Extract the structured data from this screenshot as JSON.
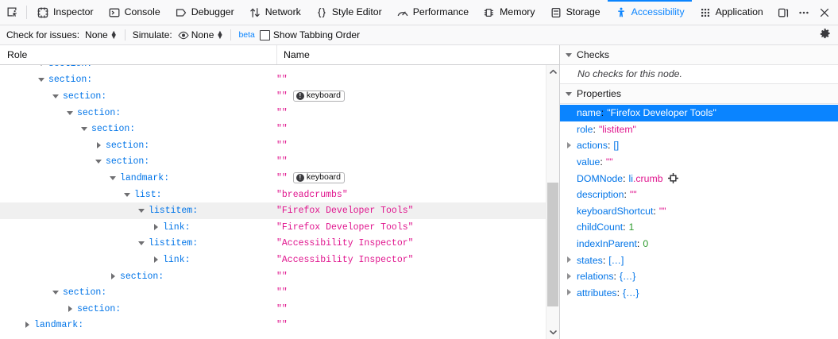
{
  "toolbar": {
    "pick_icon": "accessibility-picker-icon",
    "tabs": [
      {
        "label": "Inspector",
        "icon": "inspector-icon",
        "selected": false
      },
      {
        "label": "Console",
        "icon": "console-icon",
        "selected": false
      },
      {
        "label": "Debugger",
        "icon": "debugger-icon",
        "selected": false
      },
      {
        "label": "Network",
        "icon": "network-icon",
        "selected": false
      },
      {
        "label": "Style Editor",
        "icon": "style-editor-icon",
        "selected": false
      },
      {
        "label": "Performance",
        "icon": "performance-icon",
        "selected": false
      },
      {
        "label": "Memory",
        "icon": "memory-icon",
        "selected": false
      },
      {
        "label": "Storage",
        "icon": "storage-icon",
        "selected": false
      },
      {
        "label": "Accessibility",
        "icon": "accessibility-icon",
        "selected": true
      },
      {
        "label": "Application",
        "icon": "application-icon",
        "selected": false
      }
    ],
    "accent_color": "#0a84ff",
    "right_buttons": [
      {
        "name": "dock-toggle-icon"
      },
      {
        "name": "more-options-icon"
      },
      {
        "name": "close-icon"
      }
    ]
  },
  "a11y_toolbar": {
    "check_label": "Check for issues:",
    "check_value": "None",
    "simulate_label": "Simulate:",
    "simulate_value": "None",
    "simulate_icon": "eye-icon",
    "beta_label": "beta",
    "tabbing_order_label": "Show Tabbing Order",
    "tabbing_order_checked": false,
    "settings_icon": "gear-icon"
  },
  "tree": {
    "columns": {
      "role": "Role",
      "name": "Name"
    },
    "rows": [
      {
        "depth": 2,
        "twisty": "open",
        "role": "section:",
        "name": "\"\"",
        "badge": null,
        "selected": false,
        "clipped": true
      },
      {
        "depth": 2,
        "twisty": "open",
        "role": "section:",
        "name": "\"\"",
        "badge": null,
        "selected": false
      },
      {
        "depth": 3,
        "twisty": "open",
        "role": "section:",
        "name": "\"\"",
        "badge": "keyboard",
        "selected": false
      },
      {
        "depth": 4,
        "twisty": "open",
        "role": "section:",
        "name": "\"\"",
        "badge": null,
        "selected": false
      },
      {
        "depth": 5,
        "twisty": "open",
        "role": "section:",
        "name": "\"\"",
        "badge": null,
        "selected": false
      },
      {
        "depth": 6,
        "twisty": "closed",
        "role": "section:",
        "name": "\"\"",
        "badge": null,
        "selected": false
      },
      {
        "depth": 6,
        "twisty": "open",
        "role": "section:",
        "name": "\"\"",
        "badge": null,
        "selected": false
      },
      {
        "depth": 7,
        "twisty": "open",
        "role": "landmark:",
        "name": "\"\"",
        "badge": "keyboard",
        "selected": false
      },
      {
        "depth": 8,
        "twisty": "open",
        "role": "list:",
        "name": "\"breadcrumbs\"",
        "badge": null,
        "selected": false
      },
      {
        "depth": 9,
        "twisty": "open",
        "role": "listitem:",
        "name": "\"Firefox Developer Tools\"",
        "badge": null,
        "selected": true
      },
      {
        "depth": 10,
        "twisty": "closed",
        "role": "link:",
        "name": "\"Firefox Developer Tools\"",
        "badge": null,
        "selected": false
      },
      {
        "depth": 9,
        "twisty": "open",
        "role": "listitem:",
        "name": "\"Accessibility Inspector\"",
        "badge": null,
        "selected": false
      },
      {
        "depth": 10,
        "twisty": "closed",
        "role": "link:",
        "name": "\"Accessibility Inspector\"",
        "badge": null,
        "selected": false
      },
      {
        "depth": 7,
        "twisty": "closed",
        "role": "section:",
        "name": "\"\"",
        "badge": null,
        "selected": false
      },
      {
        "depth": 3,
        "twisty": "open",
        "role": "section:",
        "name": "\"\"",
        "badge": null,
        "selected": false
      },
      {
        "depth": 4,
        "twisty": "closed",
        "role": "section:",
        "name": "\"\"",
        "badge": null,
        "selected": false
      },
      {
        "depth": 1,
        "twisty": "closed",
        "role": "landmark:",
        "name": "\"\"",
        "badge": null,
        "selected": false
      }
    ]
  },
  "sidebar": {
    "checks": {
      "title": "Checks",
      "empty_text": "No checks for this node."
    },
    "properties": {
      "title": "Properties",
      "rows": [
        {
          "twisty": "blank",
          "key": "name",
          "value": "\"Firefox Developer Tools\"",
          "value_type": "string",
          "selected": true
        },
        {
          "twisty": "blank",
          "key": "role",
          "value": "\"listitem\"",
          "value_type": "string",
          "selected": false
        },
        {
          "twisty": "closed",
          "key": "actions",
          "value": "[]",
          "value_type": "plain",
          "selected": false
        },
        {
          "twisty": "blank",
          "key": "value",
          "value": "\"\"",
          "value_type": "string",
          "selected": false
        },
        {
          "twisty": "blank",
          "key": "DOMNode",
          "value": "li.crumb",
          "value_type": "node",
          "selected": false,
          "node_tag": "li",
          "node_class": ".crumb",
          "icon": "select-node-icon"
        },
        {
          "twisty": "blank",
          "key": "description",
          "value": "\"\"",
          "value_type": "string",
          "selected": false
        },
        {
          "twisty": "blank",
          "key": "keyboardShortcut",
          "value": "\"\"",
          "value_type": "string",
          "selected": false
        },
        {
          "twisty": "blank",
          "key": "childCount",
          "value": "1",
          "value_type": "number",
          "selected": false
        },
        {
          "twisty": "blank",
          "key": "indexInParent",
          "value": "0",
          "value_type": "number",
          "selected": false
        },
        {
          "twisty": "closed",
          "key": "states",
          "value": "[…]",
          "value_type": "plain",
          "selected": false
        },
        {
          "twisty": "closed",
          "key": "relations",
          "value": "{…}",
          "value_type": "plain",
          "selected": false
        },
        {
          "twisty": "closed",
          "key": "attributes",
          "value": "{…}",
          "value_type": "plain",
          "selected": false
        }
      ]
    }
  },
  "scrollbar": {
    "name": "tree-vertical-scrollbar",
    "thumb_top_pct": 42,
    "thumb_height_pct": 50
  }
}
